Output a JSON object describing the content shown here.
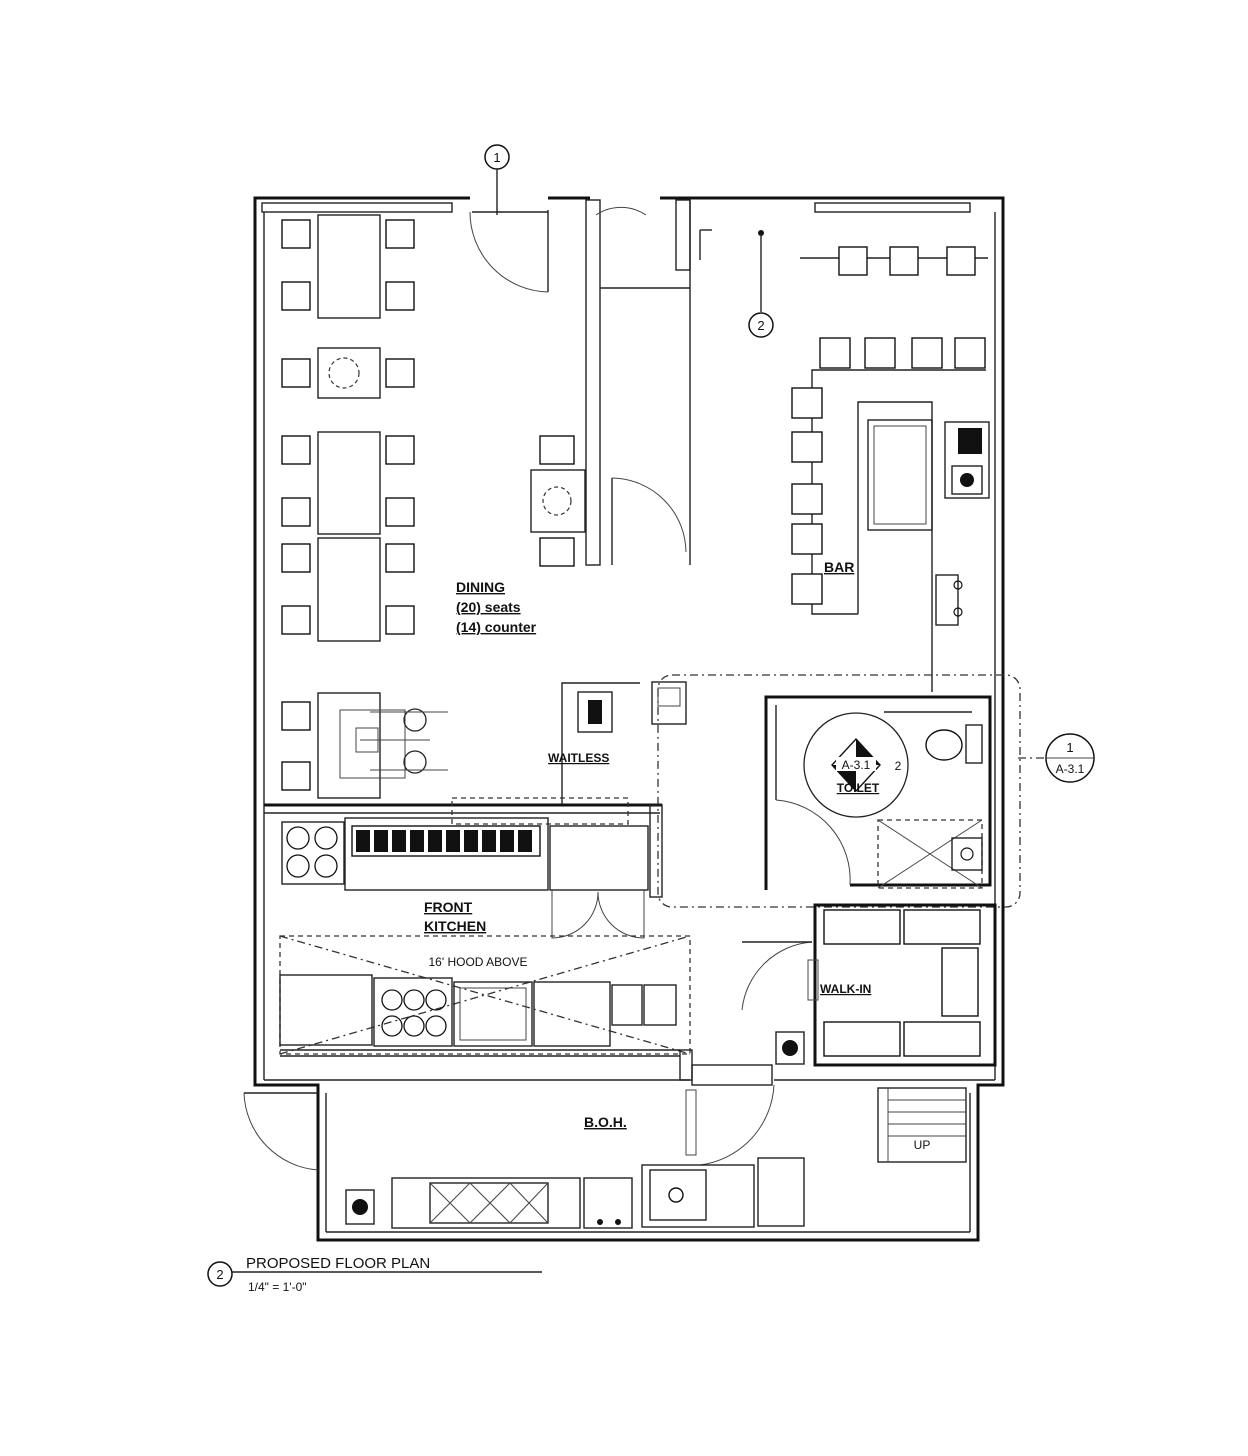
{
  "rooms": {
    "dining_title": "DINING",
    "dining_seats": "(20) seats",
    "dining_counter": "(14) counter",
    "bar": "BAR",
    "waitless": "WAITLESS",
    "toilet": "TOILET",
    "front_kitchen_1": "FRONT",
    "front_kitchen_2": "KITCHEN",
    "hood": "16' HOOD ABOVE",
    "walk_in": "WALK-IN",
    "boh": "B.O.H.",
    "stair": "UP"
  },
  "markers": {
    "section_top": "1",
    "section_bar": "2",
    "section_right_num": "1",
    "section_right_sheet": "A-3.1",
    "toilet_ref_sheet": "A-3.1",
    "toilet_ref_num": "2"
  },
  "title_block": {
    "number": "2",
    "title": "PROPOSED FLOOR PLAN",
    "scale": "1/4\" = 1'-0\""
  }
}
